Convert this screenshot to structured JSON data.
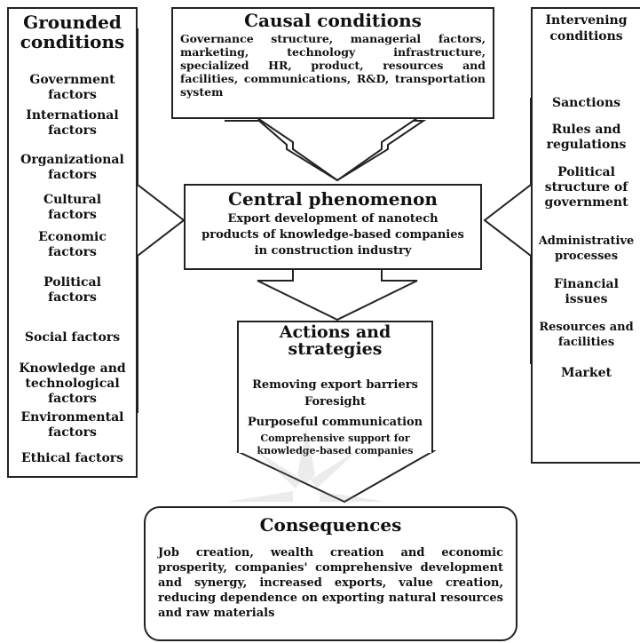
{
  "grounded": {
    "title": "Grounded conditions",
    "items": [
      "Government factors",
      "International factors",
      "Organizational factors",
      "Cultural factors",
      "Economic factors",
      "Political factors",
      "Social factors",
      "Knowledge and technological factors",
      "Environmental factors",
      "Ethical factors"
    ]
  },
  "causal": {
    "title": "Causal conditions",
    "text": "Governance structure, managerial factors, marketing, technology infrastructure, specialized HR, product, resources and facilities, communications, R&D, transportation system"
  },
  "central": {
    "title": "Central phenomenon",
    "text": "Export development of nanotech products of knowledge-based companies in construction industry"
  },
  "actions": {
    "title": "Actions and strategies",
    "items": [
      "Removing export barriers",
      "Foresight",
      "Purposeful communication",
      "Comprehensive support for knowledge-based companies"
    ]
  },
  "intervening": {
    "title": "Intervening conditions",
    "items": [
      "Sanctions",
      "Rules and regulations",
      "Political structure of government",
      "Administrative processes",
      "Financial issues",
      "Resources and facilities",
      "Market"
    ]
  },
  "consequences": {
    "title": "Consequences",
    "text": "Job creation, wealth creation and economic prosperity, companies' comprehensive development and synergy, increased exports, value creation, reducing dependence on exporting natural resources and raw materials"
  }
}
